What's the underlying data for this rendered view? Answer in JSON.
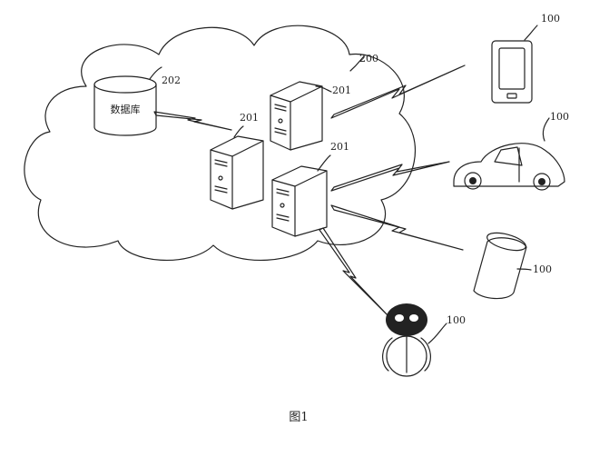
{
  "labels": {
    "cloud": "200",
    "database_ref": "202",
    "database_text": "数据库",
    "server_a": "201",
    "server_b": "201",
    "server_c": "201",
    "phone": "100",
    "car": "100",
    "speaker": "100",
    "robot": "100"
  },
  "caption": "图1"
}
